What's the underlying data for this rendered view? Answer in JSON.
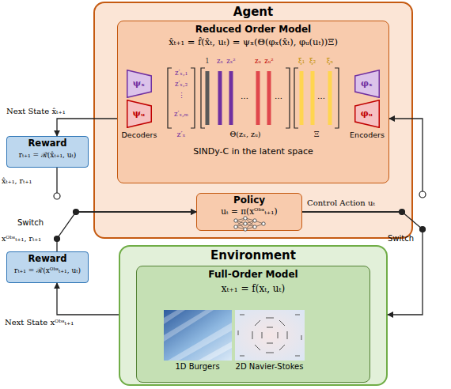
{
  "diagram": {
    "nodes": [
      {
        "text": [
          "Agent"
        ]
      },
      {
        "text": [
          "Reduced Order Model",
          "x̂ₜ₊₁ = f̂(x̂ₜ, uₜ) = ψₓ(Θ(φₓ(x̂ₜ), φᵤ(uₜ))Ξ)"
        ],
        "in": 0
      },
      {
        "text": [
          "ψₓ"
        ],
        "in": 1
      },
      {
        "text": [
          "ψᵤ"
        ],
        "in": 1
      },
      {
        "text": [
          "φₓ"
        ],
        "in": 1
      },
      {
        "text": [
          "φᵤ"
        ],
        "in": 1
      },
      {
        "text": [
          "Policy",
          "uₜ = π(xᴼᵇˢₜ₊₁)"
        ],
        "in": 0
      },
      {
        "text": [
          "Reward",
          "rₜ₊₁ = ℛ(x̂ₜ₊₁, uₜ)"
        ]
      },
      {
        "text": [
          "Environment"
        ]
      },
      {
        "text": [
          "Full-Order Model",
          "xₜ₊₁ = f(xₜ, uₜ)"
        ],
        "in": 8
      },
      {
        "text": [
          "1D Burgers"
        ],
        "in": 9
      },
      {
        "text": [
          "2D Navier-Stokes"
        ],
        "in": 9
      },
      {
        "text": [
          "Reward",
          "rₜ₊₁ = ℛ(xᴼᵇˢₜ₊₁, uₜ)"
        ]
      }
    ],
    "edges": [
      {
        "from": 1,
        "to": 7,
        "arrow": "to",
        "label": "Next State x̂ₜ₊₁"
      },
      {
        "from": 7,
        "to": 6,
        "arrow": "to",
        "label": "x̂ₜ₊₁, rₜ₊₁"
      },
      {
        "from": 12,
        "to": 6,
        "arrow": "to",
        "label": "xᴼᵇˢₜ₊₁, rₜ₊₁"
      },
      {
        "from": 6,
        "to": 8,
        "arrow": "to",
        "label": "Control Action uₜ"
      },
      {
        "from": 6,
        "to": 1,
        "arrow": "to"
      },
      {
        "from": 8,
        "to": 12,
        "arrow": "to",
        "label": "Next State xᴼᵇˢₜ₊₁"
      }
    ],
    "labels": [
      "z′ₓ,₁",
      "z′ₓ,₂",
      "⋮",
      "z′ₓ,ₘ",
      "z′ₓ",
      "1",
      "zₓ",
      "zₓ²",
      "zᵤ",
      "zᵤ²",
      "ξ₁",
      "ξ₂",
      "ξₙ",
      "…",
      "…",
      "…",
      "Θ(zₓ, zᵤ)",
      "Ξ",
      "Decoders",
      "Encoders",
      "SINDy-C in the latent space",
      "Switch",
      "Switch"
    ]
  }
}
